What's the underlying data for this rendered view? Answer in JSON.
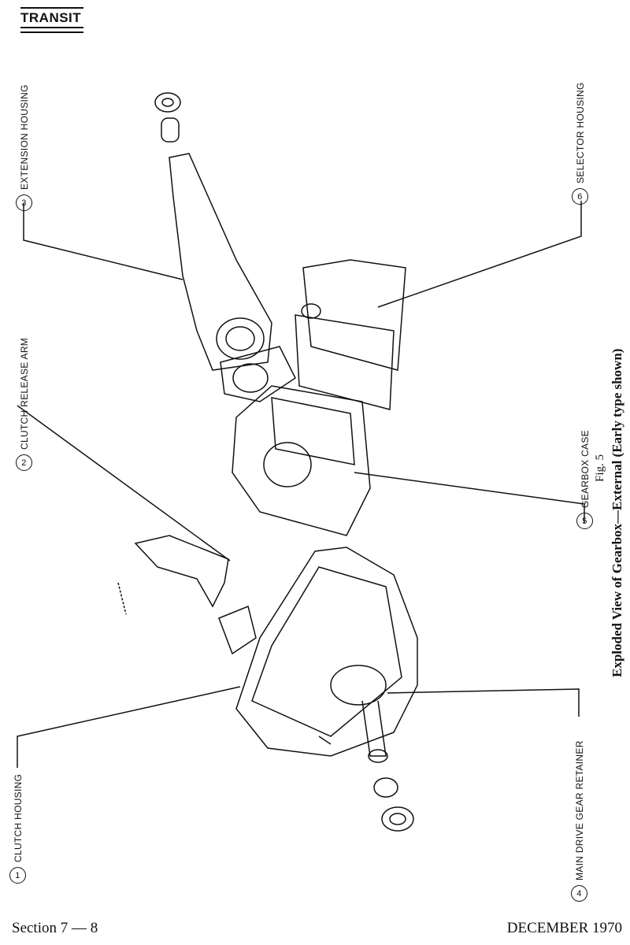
{
  "header": {
    "brand": "TRANSIT"
  },
  "callouts": [
    {
      "number": "1",
      "label": "CLUTCH HOUSING"
    },
    {
      "number": "2",
      "label": "CLUTCH RELEASE ARM"
    },
    {
      "number": "3",
      "label": "EXTENSION HOUSING"
    },
    {
      "number": "4",
      "label": "MAIN DRIVE GEAR RETAINER"
    },
    {
      "number": "5",
      "label": "GEARBOX CASE"
    },
    {
      "number": "6",
      "label": "SELECTOR HOUSING"
    }
  ],
  "caption": {
    "fig": "Fig. 5",
    "title": "Exploded View of Gearbox—External (Early type shown)"
  },
  "footer": {
    "section": "Section 7 — 8",
    "date": "DECEMBER 1970"
  }
}
